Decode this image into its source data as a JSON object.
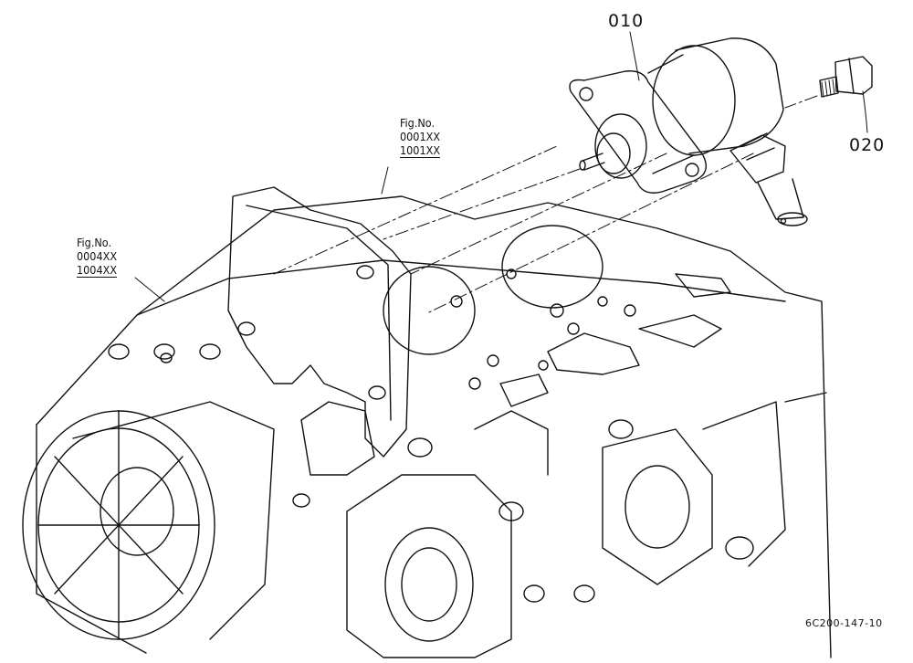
{
  "callouts": {
    "part_010": "010",
    "part_020": "020"
  },
  "figure_refs": [
    {
      "title": "Fig.No.",
      "codes": [
        "0001XX",
        "1001XX"
      ]
    },
    {
      "title": "Fig.No.",
      "codes": [
        "0004XX",
        "1004XX"
      ]
    }
  ],
  "drawing_code": "6C200-147-10",
  "colors": {
    "line": "#111111",
    "background": "#ffffff"
  }
}
